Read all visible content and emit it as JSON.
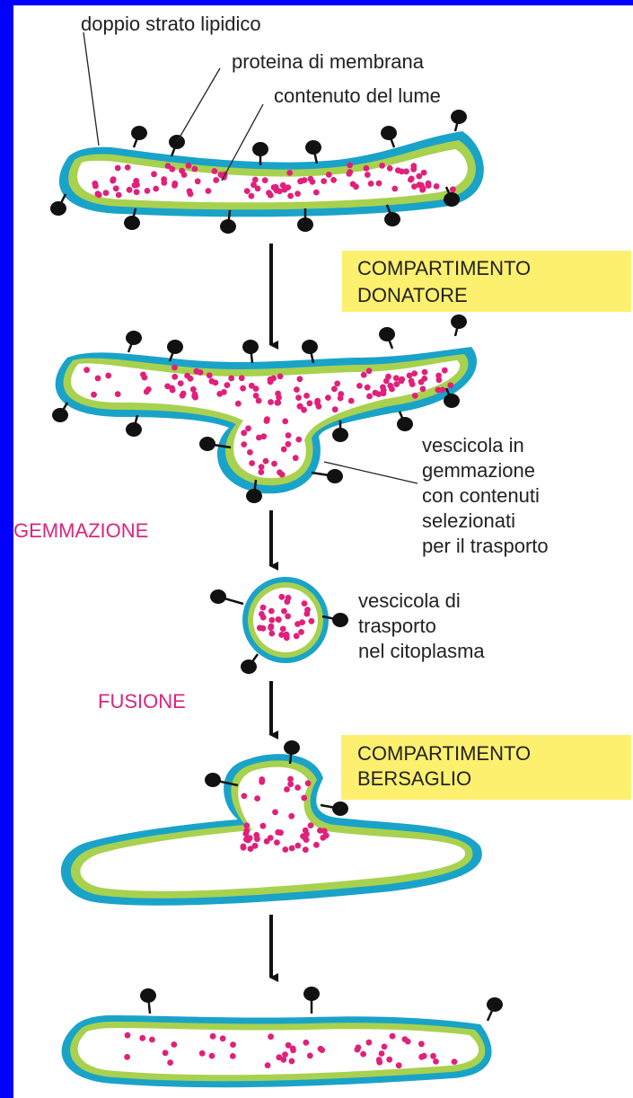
{
  "labels": {
    "lipid_bilayer": "doppio strato lipidico",
    "membrane_protein": "proteina di membrana",
    "lumen_content": "contenuto del lume",
    "budding_vesicle": [
      "vescicola in",
      "gemmazione",
      "con contenuti",
      "selezionati",
      "per il trasporto"
    ],
    "transport_vesicle": [
      "vescicola di",
      "trasporto",
      "nel citoplasma"
    ]
  },
  "stages": {
    "budding": "GEMMAZIONE",
    "fusion": "FUSIONE"
  },
  "boxes": {
    "donor": [
      "COMPARTIMENTO",
      "DONATORE"
    ],
    "target": [
      "COMPARTIMENTO",
      "BERSAGLIO"
    ]
  },
  "colors": {
    "frame": "#0000ff",
    "outer_membrane": "#1aa3c8",
    "inner_membrane": "#a8d14f",
    "lumen_dots": "#e0207a",
    "highlight_box": "#fdf06e",
    "stage_text": "#d9257f",
    "protein": "#111111"
  }
}
